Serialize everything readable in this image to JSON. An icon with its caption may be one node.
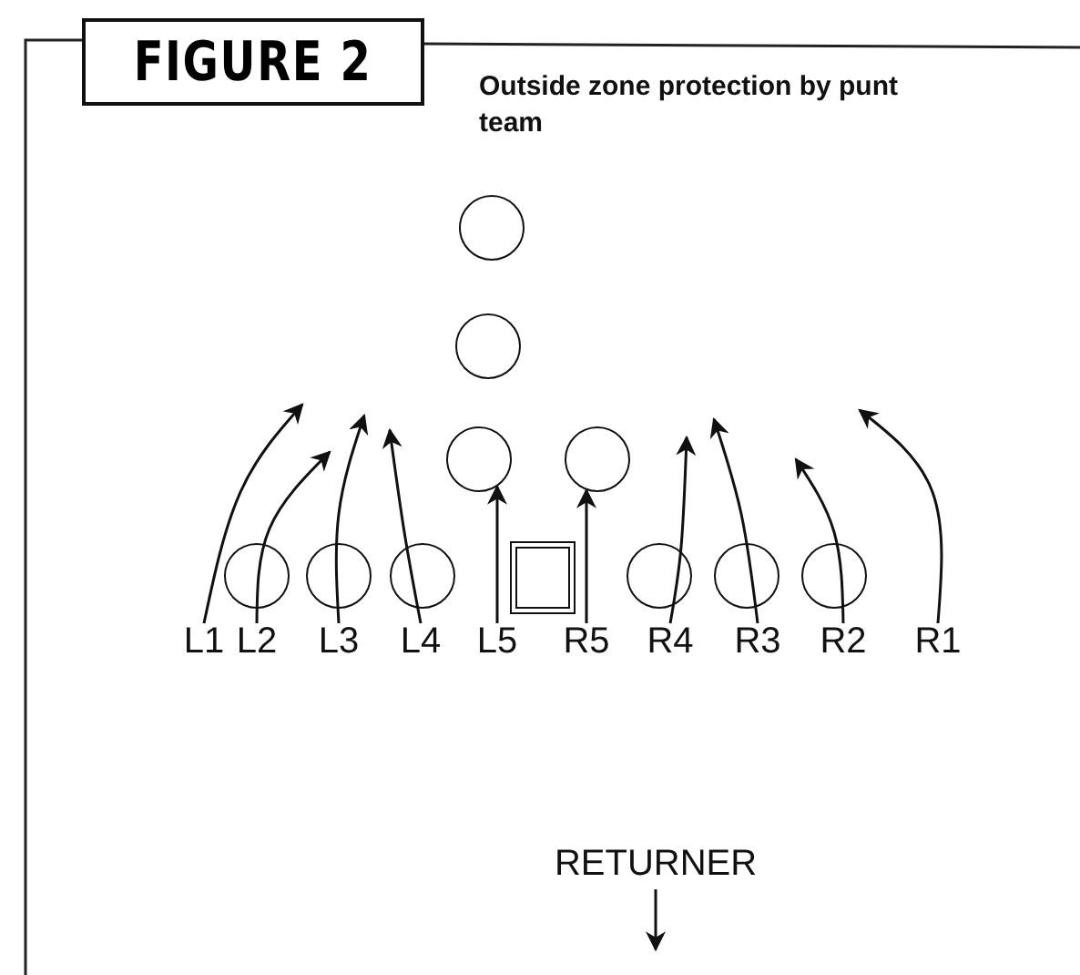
{
  "diagram": {
    "title": "FIGURE 2",
    "caption": "Outside zone protection by punt team",
    "nodes": [
      {
        "text": [],
        "shape": "circle"
      },
      {
        "text": [],
        "shape": "circle"
      },
      {
        "text": [],
        "shape": "circle"
      },
      {
        "text": [],
        "shape": "circle"
      },
      {
        "text": [],
        "shape": "circle"
      },
      {
        "text": [],
        "shape": "circle"
      },
      {
        "text": [],
        "shape": "circle"
      },
      {
        "text": [],
        "shape": "box"
      },
      {
        "text": [],
        "shape": "circle"
      },
      {
        "text": [],
        "shape": "circle"
      },
      {
        "text": [],
        "shape": "circle"
      },
      {
        "text": [
          "L1"
        ]
      },
      {
        "text": [
          "L2"
        ]
      },
      {
        "text": [
          "L3"
        ]
      },
      {
        "text": [
          "L4"
        ]
      },
      {
        "text": [
          "L5"
        ]
      },
      {
        "text": [
          "R5"
        ]
      },
      {
        "text": [
          "R4"
        ]
      },
      {
        "text": [
          "R3"
        ]
      },
      {
        "text": [
          "R2"
        ]
      },
      {
        "text": [
          "R1"
        ]
      },
      {
        "text": [
          "RETURNER"
        ]
      }
    ],
    "edges": [
      {
        "from": 11,
        "to": null,
        "arrow": "to"
      },
      {
        "from": 12,
        "to": null,
        "arrow": "to"
      },
      {
        "from": 13,
        "to": null,
        "arrow": "to"
      },
      {
        "from": 14,
        "to": null,
        "arrow": "to"
      },
      {
        "from": 15,
        "to": 2,
        "arrow": "to"
      },
      {
        "from": 16,
        "to": 3,
        "arrow": "to"
      },
      {
        "from": 17,
        "to": null,
        "arrow": "to"
      },
      {
        "from": 18,
        "to": null,
        "arrow": "to"
      },
      {
        "from": 19,
        "to": null,
        "arrow": "to"
      },
      {
        "from": 20,
        "to": null,
        "arrow": "to"
      },
      {
        "from": 21,
        "to": null,
        "arrow": "to"
      }
    ]
  }
}
